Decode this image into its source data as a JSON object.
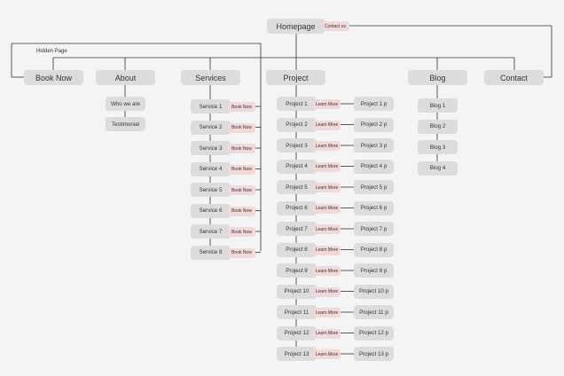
{
  "root": {
    "label": "Homepage",
    "tag": "Contact us"
  },
  "hidden_page_label": "Hidden Page",
  "sections": {
    "book_now": {
      "label": "Book Now"
    },
    "about": {
      "label": "About",
      "children": [
        "Who we are",
        "Testimonial"
      ]
    },
    "services": {
      "label": "Services",
      "children": [
        "Service 1",
        "Service 2",
        "Service 3",
        "Service 4",
        "Service 5",
        "Service 6",
        "Service 7",
        "Service 8"
      ],
      "tag": "Book Now"
    },
    "project": {
      "label": "Project",
      "children": [
        "Project 1",
        "Project 2",
        "Project 3",
        "Project 4",
        "Project 5",
        "Project 6",
        "Project 7",
        "Project 8",
        "Project 9",
        "Project 10",
        "Project 11",
        "Project 12",
        "Project 13"
      ],
      "tag": "Learn More",
      "pages": [
        "Project 1 p",
        "Project 2 p",
        "Project 3 p",
        "Project 4 p",
        "Project 5 p",
        "Project 6 p",
        "Project 7 p",
        "Project 8 p",
        "Project 9 p",
        "Project 10 p",
        "Project 11 p",
        "Project 12 p",
        "Project 13 p"
      ]
    },
    "blog": {
      "label": "Blog",
      "children": [
        "Blog 1",
        "Blog 2",
        "Blog 3",
        "Blog 4"
      ]
    },
    "contact": {
      "label": "Contact"
    }
  },
  "colors": {
    "node": "#dcdcdc",
    "tag": "#f2d9d9",
    "line": "#333333",
    "background": "#f4f4f4"
  }
}
